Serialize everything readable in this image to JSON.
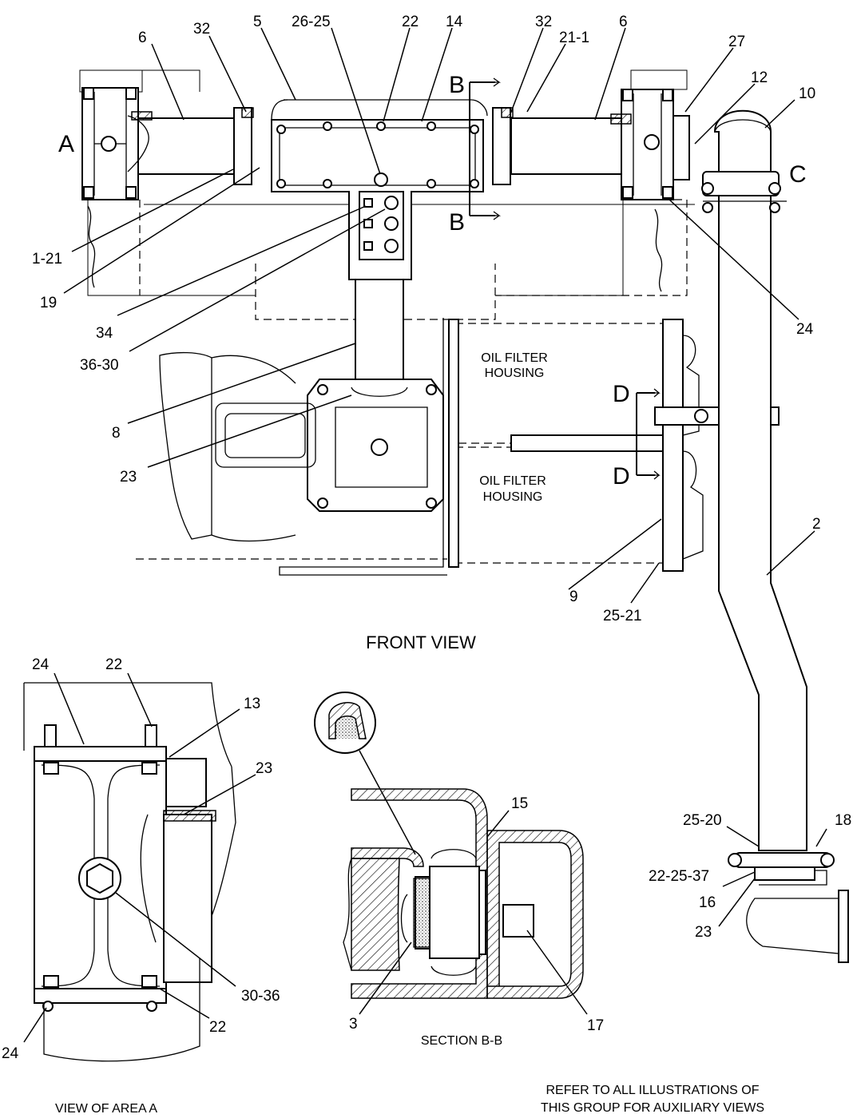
{
  "front_view": {
    "caption": "FRONT VIEW",
    "view_letters": {
      "a": "A",
      "b_top": "B",
      "b_bottom": "B",
      "c": "C",
      "d_top": "D",
      "d_bottom": "D"
    },
    "housing_label_1_line1": "OIL FILTER",
    "housing_label_1_line2": "HOUSING",
    "housing_label_2_line1": "OIL FILTER",
    "housing_label_2_line2": "HOUSING",
    "callouts": {
      "c6_left": "6",
      "c32_left": "32",
      "c5": "5",
      "c26_25": "26-25",
      "c22": "22",
      "c14": "14",
      "c32_right": "32",
      "c21_1": "21-1",
      "c6_right": "6",
      "c27": "27",
      "c12": "12",
      "c10": "10",
      "c1_21": "1-21",
      "c19": "19",
      "c34": "34",
      "c36_30": "36-30",
      "c24": "24",
      "c8": "8",
      "c23": "23",
      "c2": "2",
      "c9": "9",
      "c25_21": "25-21",
      "c25_20": "25-20",
      "c18": "18",
      "c22_25_37": "22-25-37",
      "c16": "16",
      "c23_lower": "23"
    }
  },
  "area_a": {
    "caption": "VIEW OF AREA A",
    "callouts": {
      "c24_top": "24",
      "c22_top": "22",
      "c13": "13",
      "c23": "23",
      "c30_36": "30-36",
      "c22_bottom": "22",
      "c24_bottom": "24"
    }
  },
  "section_bb": {
    "caption": "SECTION B-B",
    "callouts": {
      "c15": "15",
      "c3": "3",
      "c17": "17"
    }
  },
  "note": {
    "line1": "REFER TO ALL ILLUSTRATIONS OF",
    "line2": "THIS GROUP FOR AUXILIARY VIEWS"
  }
}
